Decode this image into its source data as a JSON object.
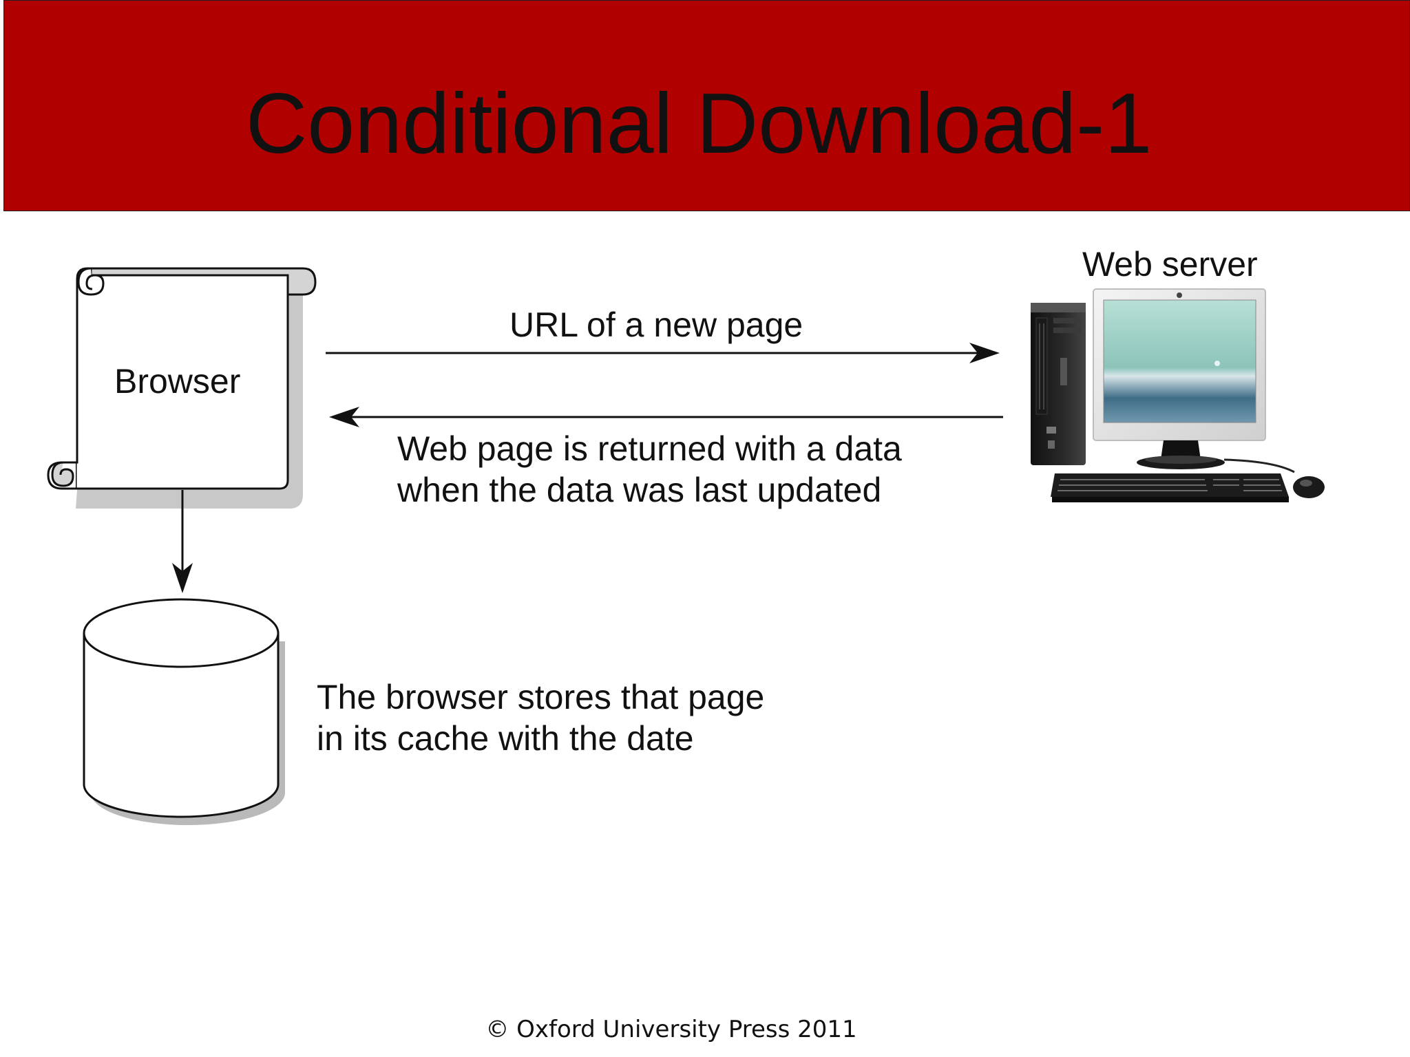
{
  "slide": {
    "title": "Conditional Download-1",
    "footer": "© Oxford University Press 2011"
  },
  "diagram": {
    "browser": {
      "label": "Browser"
    },
    "server": {
      "label": "Web server",
      "icon": "desktop-computer-icon"
    },
    "cache": {
      "icon": "cache-cylinder-icon"
    },
    "request": {
      "label": "URL of a new page"
    },
    "response": {
      "line1": "Web page is returned with a data",
      "line2": "when the data was last updated"
    },
    "cache_note": {
      "line1": "The browser stores that page",
      "line2": "in its cache with the date"
    }
  },
  "colors": {
    "title_bar": "#b00000",
    "scroll_top": "#d4d4d4",
    "monitor_screen": "#9fcfc4",
    "shadow": "#8a8a8a"
  }
}
